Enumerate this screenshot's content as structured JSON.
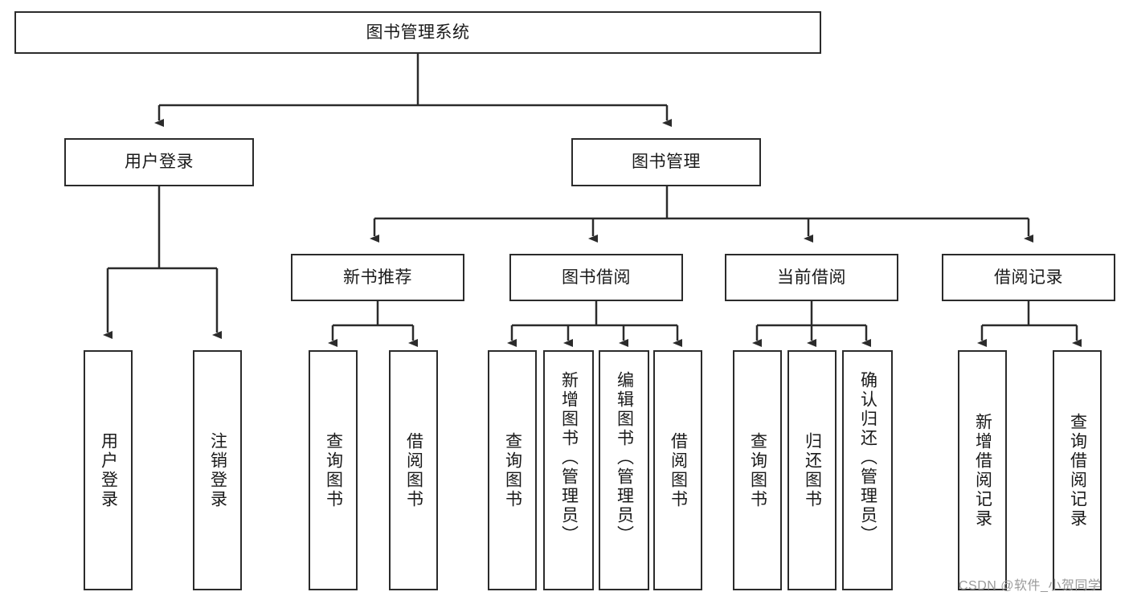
{
  "diagram": {
    "type": "tree-hierarchy",
    "title": "图书管理系统",
    "watermark": "CSDN @软件_小贺同学",
    "colors": {
      "box_border": "#2b2b2b",
      "box_fill": "#ffffff",
      "line": "#2b2b2b",
      "text": "#1a1a1a",
      "watermark": "#9a9a9a",
      "background": "#ffffff"
    },
    "nodes": {
      "root": {
        "label": "图书管理系统"
      },
      "level2": [
        {
          "id": "user-login",
          "label": "用户登录"
        },
        {
          "id": "book-manage",
          "label": "图书管理"
        }
      ],
      "level3": [
        {
          "id": "new-book-rec",
          "label": "新书推荐"
        },
        {
          "id": "book-borrow",
          "label": "图书借阅"
        },
        {
          "id": "current-borrow",
          "label": "当前借阅"
        },
        {
          "id": "borrow-record",
          "label": "借阅记录"
        }
      ],
      "leaves": {
        "user_login": [
          {
            "id": "leaf-user-login",
            "label": "用户登录"
          },
          {
            "id": "leaf-logout-login",
            "label": "注销登录"
          }
        ],
        "new_book_rec": [
          {
            "id": "leaf-query-book-1",
            "label": "查询图书"
          },
          {
            "id": "leaf-borrow-book-1",
            "label": "借阅图书"
          }
        ],
        "book_borrow": [
          {
            "id": "leaf-query-book-2",
            "label": "查询图书"
          },
          {
            "id": "leaf-add-book",
            "label": "新增图书（管理员）"
          },
          {
            "id": "leaf-edit-book",
            "label": "编辑图书（管理员）"
          },
          {
            "id": "leaf-borrow-book-2",
            "label": "借阅图书"
          }
        ],
        "current_borrow": [
          {
            "id": "leaf-query-book-3",
            "label": "查询图书"
          },
          {
            "id": "leaf-return-book",
            "label": "归还图书"
          },
          {
            "id": "leaf-confirm-return",
            "label": "确认归还（管理员）"
          }
        ],
        "borrow_record": [
          {
            "id": "leaf-add-record",
            "label": "新增借阅记录"
          },
          {
            "id": "leaf-query-record",
            "label": "查询借阅记录"
          }
        ]
      }
    }
  }
}
